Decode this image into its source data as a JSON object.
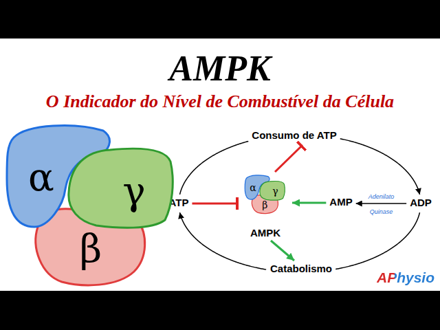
{
  "diagram": {
    "title": "AMPK",
    "nodes": [
      {
        "text": [
          "α"
        ]
      },
      {
        "text": [
          "γ"
        ]
      },
      {
        "text": [
          "β"
        ]
      },
      {
        "text": [
          "Consumo de ATP"
        ]
      },
      {
        "text": [
          "ATP"
        ]
      },
      {
        "text": [
          "AMPK"
        ]
      },
      {
        "text": [
          "α"
        ],
        "in": 5
      },
      {
        "text": [
          "γ"
        ],
        "in": 5
      },
      {
        "text": [
          "β"
        ],
        "in": 5
      },
      {
        "text": [
          "AMP"
        ]
      },
      {
        "text": [
          "ADP"
        ]
      },
      {
        "text": [
          "Catabolismo"
        ]
      }
    ],
    "edges": [
      {
        "from": 4,
        "to": 5,
        "arrow": "to"
      },
      {
        "from": 9,
        "to": 5,
        "arrow": "to"
      },
      {
        "from": 10,
        "to": 9,
        "label": "Adenilato Quinase",
        "arrow": "to"
      },
      {
        "from": 5,
        "to": 3,
        "arrow": "to"
      },
      {
        "from": 5,
        "to": 11,
        "arrow": "to"
      },
      {
        "from": 4,
        "to": 3,
        "arrow": "none"
      },
      {
        "from": 3,
        "to": 10,
        "arrow": "to"
      },
      {
        "from": 10,
        "to": 11,
        "arrow": "none"
      },
      {
        "from": 11,
        "to": 4,
        "arrow": "to"
      }
    ],
    "labels": [
      "O Indicador do Nível de Combustível da Célula",
      "APhysio"
    ]
  }
}
